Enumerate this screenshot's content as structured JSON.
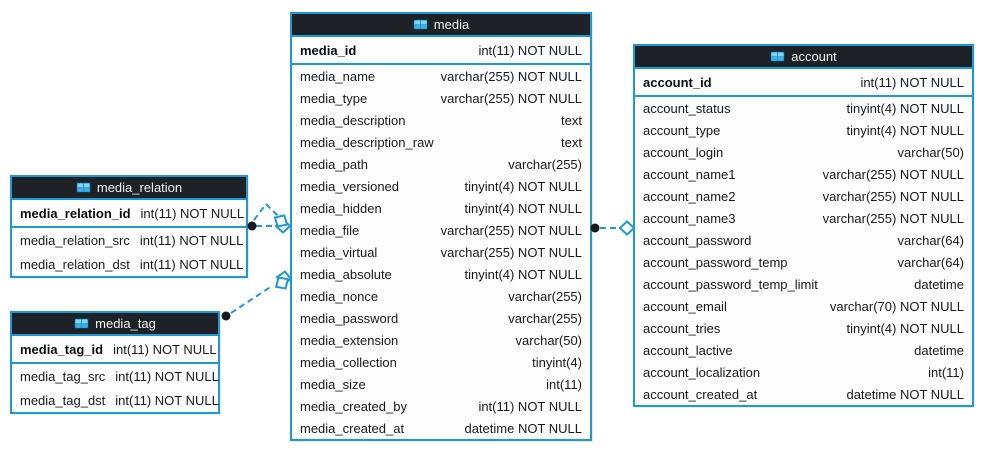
{
  "diagram": {
    "colors": {
      "accent_blue": "#1b9ad6",
      "header_background": "#1e2227",
      "header_text": "#f2f2f2",
      "row_background": "#fdfdfd",
      "row_text": "#17191c",
      "canvas_background": "#ffffff"
    },
    "tables": {
      "media": {
        "title": "media",
        "icon": "table-icon",
        "pk": [
          {
            "name": "media_id",
            "type": "int(11) NOT NULL"
          }
        ],
        "rows": [
          {
            "name": "media_name",
            "type": "varchar(255) NOT NULL"
          },
          {
            "name": "media_type",
            "type": "varchar(255) NOT NULL"
          },
          {
            "name": "media_description",
            "type": "text"
          },
          {
            "name": "media_description_raw",
            "type": "text"
          },
          {
            "name": "media_path",
            "type": "varchar(255)"
          },
          {
            "name": "media_versioned",
            "type": "tinyint(4) NOT NULL"
          },
          {
            "name": "media_hidden",
            "type": "tinyint(4) NOT NULL"
          },
          {
            "name": "media_file",
            "type": "varchar(255) NOT NULL"
          },
          {
            "name": "media_virtual",
            "type": "varchar(255) NOT NULL"
          },
          {
            "name": "media_absolute",
            "type": "tinyint(4) NOT NULL"
          },
          {
            "name": "media_nonce",
            "type": "varchar(255)"
          },
          {
            "name": "media_password",
            "type": "varchar(255)"
          },
          {
            "name": "media_extension",
            "type": "varchar(50)"
          },
          {
            "name": "media_collection",
            "type": "tinyint(4)"
          },
          {
            "name": "media_size",
            "type": "int(11)"
          },
          {
            "name": "media_created_by",
            "type": "int(11) NOT NULL"
          },
          {
            "name": "media_created_at",
            "type": "datetime NOT NULL"
          }
        ]
      },
      "media_relation": {
        "title": "media_relation",
        "icon": "table-icon",
        "pk": [
          {
            "name": "media_relation_id",
            "type": "int(11) NOT NULL"
          }
        ],
        "rows": [
          {
            "name": "media_relation_src",
            "type": "int(11) NOT NULL"
          },
          {
            "name": "media_relation_dst",
            "type": "int(11) NOT NULL"
          }
        ]
      },
      "media_tag": {
        "title": "media_tag",
        "icon": "table-icon",
        "pk": [
          {
            "name": "media_tag_id",
            "type": "int(11) NOT NULL"
          }
        ],
        "rows": [
          {
            "name": "media_tag_src",
            "type": "int(11) NOT NULL"
          },
          {
            "name": "media_tag_dst",
            "type": "int(11) NOT NULL"
          }
        ]
      },
      "account": {
        "title": "account",
        "icon": "table-icon",
        "pk": [
          {
            "name": "account_id",
            "type": "int(11) NOT NULL"
          }
        ],
        "rows": [
          {
            "name": "account_status",
            "type": "tinyint(4) NOT NULL"
          },
          {
            "name": "account_type",
            "type": "tinyint(4) NOT NULL"
          },
          {
            "name": "account_login",
            "type": "varchar(50)"
          },
          {
            "name": "account_name1",
            "type": "varchar(255) NOT NULL"
          },
          {
            "name": "account_name2",
            "type": "varchar(255) NOT NULL"
          },
          {
            "name": "account_name3",
            "type": "varchar(255) NOT NULL"
          },
          {
            "name": "account_password",
            "type": "varchar(64)"
          },
          {
            "name": "account_password_temp",
            "type": "varchar(64)"
          },
          {
            "name": "account_password_temp_limit",
            "type": "datetime"
          },
          {
            "name": "account_email",
            "type": "varchar(70) NOT NULL"
          },
          {
            "name": "account_tries",
            "type": "tinyint(4) NOT NULL"
          },
          {
            "name": "account_lactive",
            "type": "datetime"
          },
          {
            "name": "account_localization",
            "type": "int(11)"
          },
          {
            "name": "account_created_at",
            "type": "datetime NOT NULL"
          }
        ]
      }
    },
    "relationships": [
      {
        "from": "media_relation",
        "to": "media",
        "line": "dashed",
        "endpoints": "dot-to-open-diamond"
      },
      {
        "from": "media_relation",
        "to": "media",
        "line": "dashed-arc",
        "endpoints": "dot-to-open-diamond"
      },
      {
        "from": "media_tag",
        "to": "media",
        "line": "dashed",
        "endpoints": "dot-to-open-diamond"
      },
      {
        "from": "media",
        "to": "account",
        "line": "dashed",
        "endpoints": "dot-to-open-diamond"
      }
    ]
  }
}
